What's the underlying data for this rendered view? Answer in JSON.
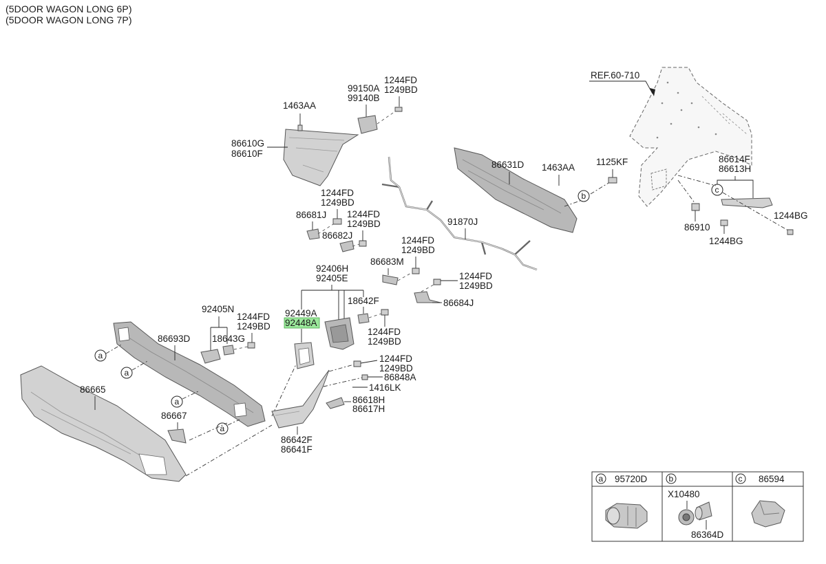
{
  "header": {
    "line1": "(5DOOR WAGON LONG 6P)",
    "line2": "(5DOOR WAGON LONG 7P)"
  },
  "labels": {
    "ref": "REF.60-710",
    "p1463AA_a": "1463AA",
    "p99150A": "99150A",
    "p99140B": "99140B",
    "p1244FD_a": "1244FD",
    "p1249BD_a": "1249BD",
    "p86610G": "86610G",
    "p86610F": "86610F",
    "p86631D": "86631D",
    "p1463AA_b": "1463AA",
    "p1125KF": "1125KF",
    "p86614F": "86614F",
    "p86613H": "86613H",
    "p1244BG_a": "1244BG",
    "p86910": "86910",
    "p1244BG_b": "1244BG",
    "p1244FD_b": "1244FD",
    "p1249BD_b": "1249BD",
    "p86681J": "86681J",
    "p1244FD_c": "1244FD",
    "p1249BD_c": "1249BD",
    "p86682J": "86682J",
    "p91870J": "91870J",
    "p1244FD_d": "1244FD",
    "p1249BD_d": "1249BD",
    "p86683M": "86683M",
    "p92406H": "92406H",
    "p92405E": "92405E",
    "p1244FD_e": "1244FD",
    "p1249BD_e": "1249BD",
    "p86684J": "86684J",
    "p18642F": "18642F",
    "p92449A": "92449A",
    "p92448A": "92448A",
    "p92405N": "92405N",
    "p1244FD_f": "1244FD",
    "p1249BD_f": "1249BD",
    "p18643G": "18643G",
    "p86693D": "86693D",
    "p1244FD_g": "1244FD",
    "p1249BD_g": "1249BD",
    "p1244FD_h": "1244FD",
    "p1249BD_h": "1249BD",
    "p86848A": "86848A",
    "p1416LK": "1416LK",
    "p86618H": "86618H",
    "p86617H": "86617H",
    "p86665": "86665",
    "p86667": "86667",
    "p86642F": "86642F",
    "p86641F": "86641F"
  },
  "callouts": {
    "a": "a",
    "b": "b",
    "c": "c"
  },
  "legend": {
    "a_letter": "a",
    "a_part": "95720D",
    "b_letter": "b",
    "b_part1": "X10480",
    "b_part2": "86364D",
    "c_letter": "c",
    "c_part": "86594"
  },
  "highlight_color": "#9be89b"
}
